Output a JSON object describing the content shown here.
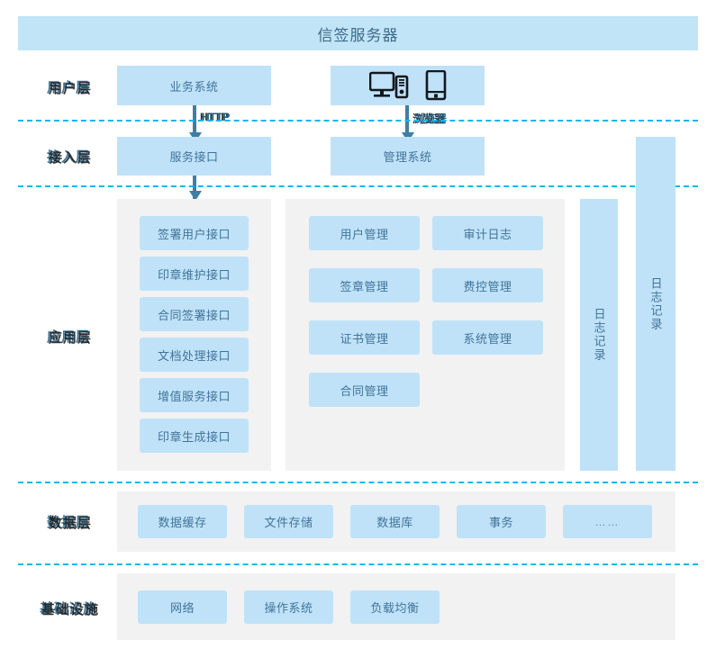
{
  "header": {
    "title": "信签服务器"
  },
  "layers": [
    {
      "id": "user",
      "label": "用户层"
    },
    {
      "id": "access",
      "label": "接入层"
    },
    {
      "id": "app",
      "label": "应用层"
    },
    {
      "id": "data",
      "label": "数据层"
    },
    {
      "id": "infra",
      "label": "基础设施"
    }
  ],
  "user_layer": {
    "business_system": "业务系统",
    "devices": {
      "desktop_icon": "desktop-computer-icon",
      "phone_icon": "smartphone-icon"
    }
  },
  "connectors": {
    "http_label": "HTTP",
    "browser_label": "浏览器"
  },
  "access_layer": {
    "service_interface": "服务接口",
    "management_system": "管理系统"
  },
  "app_layer": {
    "interfaces": [
      "签署用户接口",
      "印章维护接口",
      "合同签署接口",
      "文档处理接口",
      "增值服务接口",
      "印章生成接口"
    ],
    "modules_left": [
      "用户管理",
      "签章管理",
      "证书管理",
      "合同管理"
    ],
    "modules_right": [
      "审计日志",
      "费控管理",
      "系统管理"
    ],
    "log_bar_inner": "日志记录",
    "log_bar_outer": "日志记录"
  },
  "data_layer": {
    "items": [
      "数据缓存",
      "文件存储",
      "数据库",
      "事务",
      "……"
    ]
  },
  "infra_layer": {
    "items": [
      "网络",
      "操作系统",
      "负载均衡"
    ]
  },
  "colors": {
    "box_fill": "#bfe2f8",
    "title_fill": "#c2e4f7",
    "panel_fill": "#f2f2f2",
    "divider": "#19b5f0",
    "connector": "#3d7fa3",
    "text": "#41749a",
    "label_text": "#3f7799"
  }
}
